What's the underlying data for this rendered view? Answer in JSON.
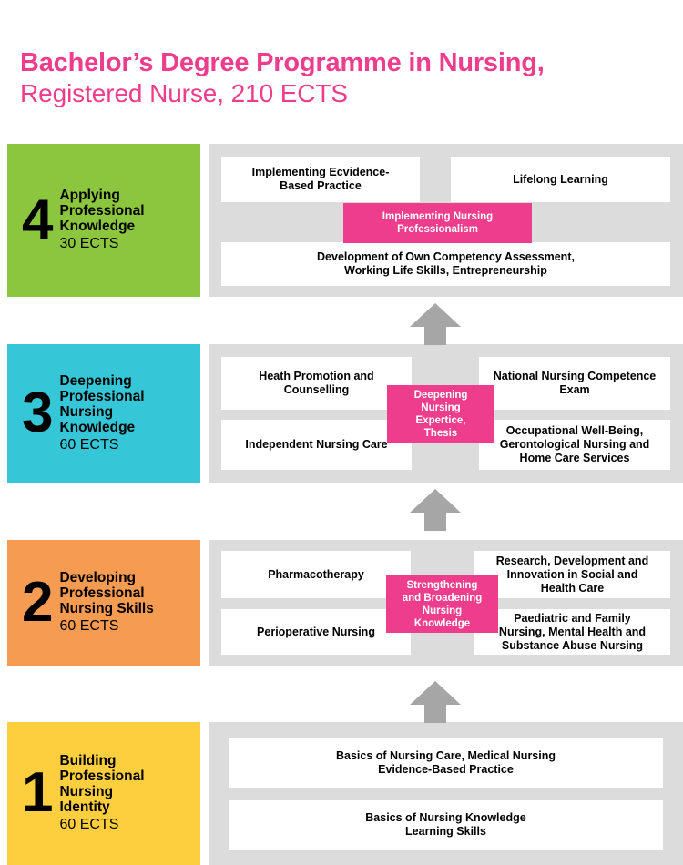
{
  "title": {
    "line1": "Bachelor’s Degree Programme in Nursing,",
    "line2": "Registered Nurse, 210 ECTS"
  },
  "colors": {
    "accent_pink": "#ee3d8c",
    "level4_green": "#8cc63e",
    "level3_cyan": "#35c6d8",
    "level2_orange": "#f59b52",
    "level1_yellow": "#fdce3e",
    "panel_gray": "#dcdcdc",
    "arrow_gray": "#a6a6a6",
    "box_white": "#ffffff"
  },
  "levels": [
    {
      "number": "4",
      "name": "Applying\nProfessional\nKnowledge",
      "ects": "30 ECTS",
      "color": "#8cc63e",
      "center_tag": "Implementing Nursing\nProfessionalism",
      "boxes": [
        {
          "label": "Implementing Ecvidence-\nBased Practice"
        },
        {
          "label": "Lifelong Learning"
        },
        {
          "label": "Development of Own Competency Assessment,\nWorking Life Skills, Entrepreneurship"
        }
      ]
    },
    {
      "number": "3",
      "name": "Deepening\nProfessional\nNursing\nKnowledge",
      "ects": "60 ECTS",
      "color": "#35c6d8",
      "center_tag": "Deepening\nNursing\nExpertice,\nThesis",
      "boxes": [
        {
          "label": "Heath Promotion and\nCounselling"
        },
        {
          "label": "National Nursing Competence\nExam"
        },
        {
          "label": "Independent Nursing Care"
        },
        {
          "label": "Occupational Well-Being,\nGerontological Nursing and\nHome Care Services"
        }
      ]
    },
    {
      "number": "2",
      "name": "Developing\nProfessional\nNursing Skills",
      "ects": "60 ECTS",
      "color": "#f59b52",
      "center_tag": "Strengthening\nand Broadening\nNursing\nKnowledge",
      "boxes": [
        {
          "label": "Pharmacotherapy"
        },
        {
          "label": "Research, Development and\nInnovation in Social and\nHealth Care"
        },
        {
          "label": "Perioperative Nursing"
        },
        {
          "label": "Paediatric and Family\nNursing, Mental Health and\nSubstance Abuse Nursing"
        }
      ]
    },
    {
      "number": "1",
      "name": "Building\nProfessional\nNursing\nIdentity",
      "ects": "60 ECTS",
      "color": "#fdce3e",
      "center_tag": "",
      "boxes": [
        {
          "label": "Basics of Nursing Care, Medical Nursing\nEvidence-Based Practice"
        },
        {
          "label": "Basics of Nursing Knowledge\nLearning Skills"
        }
      ]
    }
  ],
  "arrows": [
    {
      "name": "arrow-level3-to-level4"
    },
    {
      "name": "arrow-level2-to-level3"
    },
    {
      "name": "arrow-level1-to-level2"
    }
  ]
}
